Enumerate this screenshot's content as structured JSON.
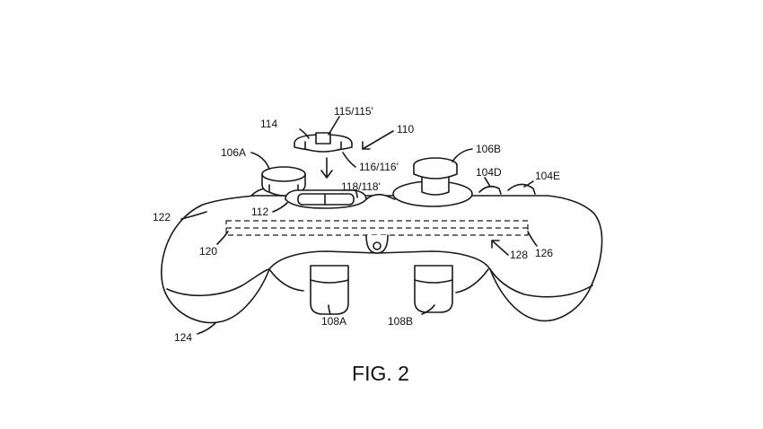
{
  "figure": {
    "caption": "FIG. 2",
    "labels": {
      "l114": "114",
      "l115": "115/115'",
      "l110": "110",
      "l106a": "106A",
      "l116": "116/116'",
      "l106b": "106B",
      "l104d": "104D",
      "l104e": "104E",
      "l118": "118/118'",
      "l112": "112",
      "l122": "122",
      "l120": "120",
      "l128": "128",
      "l126": "126",
      "l108a": "108A",
      "l108b": "108B",
      "l124": "124"
    }
  }
}
